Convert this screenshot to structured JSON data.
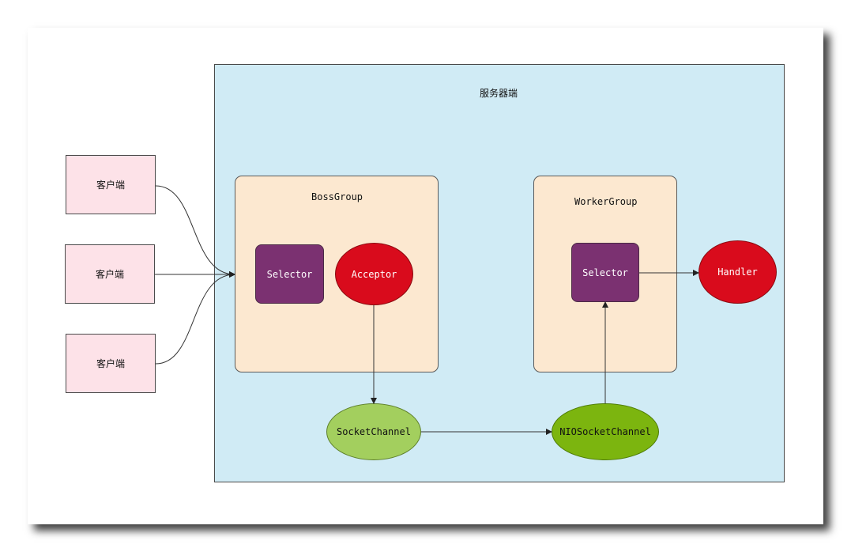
{
  "server": {
    "title": "服务器端"
  },
  "clients": [
    {
      "label": "客户端"
    },
    {
      "label": "客户端"
    },
    {
      "label": "客户端"
    }
  ],
  "boss_group": {
    "title": "BossGroup",
    "selector_label": "Selector",
    "acceptor_label": "Acceptor"
  },
  "worker_group": {
    "title": "WorkerGroup",
    "selector_label": "Selector"
  },
  "handler_label": "Handler",
  "socket_channel_label": "SocketChannel",
  "nio_socket_channel_label": "NIOSocketChannel",
  "colors": {
    "server_fill": "#d0ebf5",
    "group_fill": "#fce8d0",
    "client_fill": "#fde2e8",
    "selector_fill": "#7b3171",
    "red_node": "#d90b1c",
    "socket_channel_fill": "#a3cf5e",
    "nio_socket_channel_fill": "#7cb50f"
  }
}
